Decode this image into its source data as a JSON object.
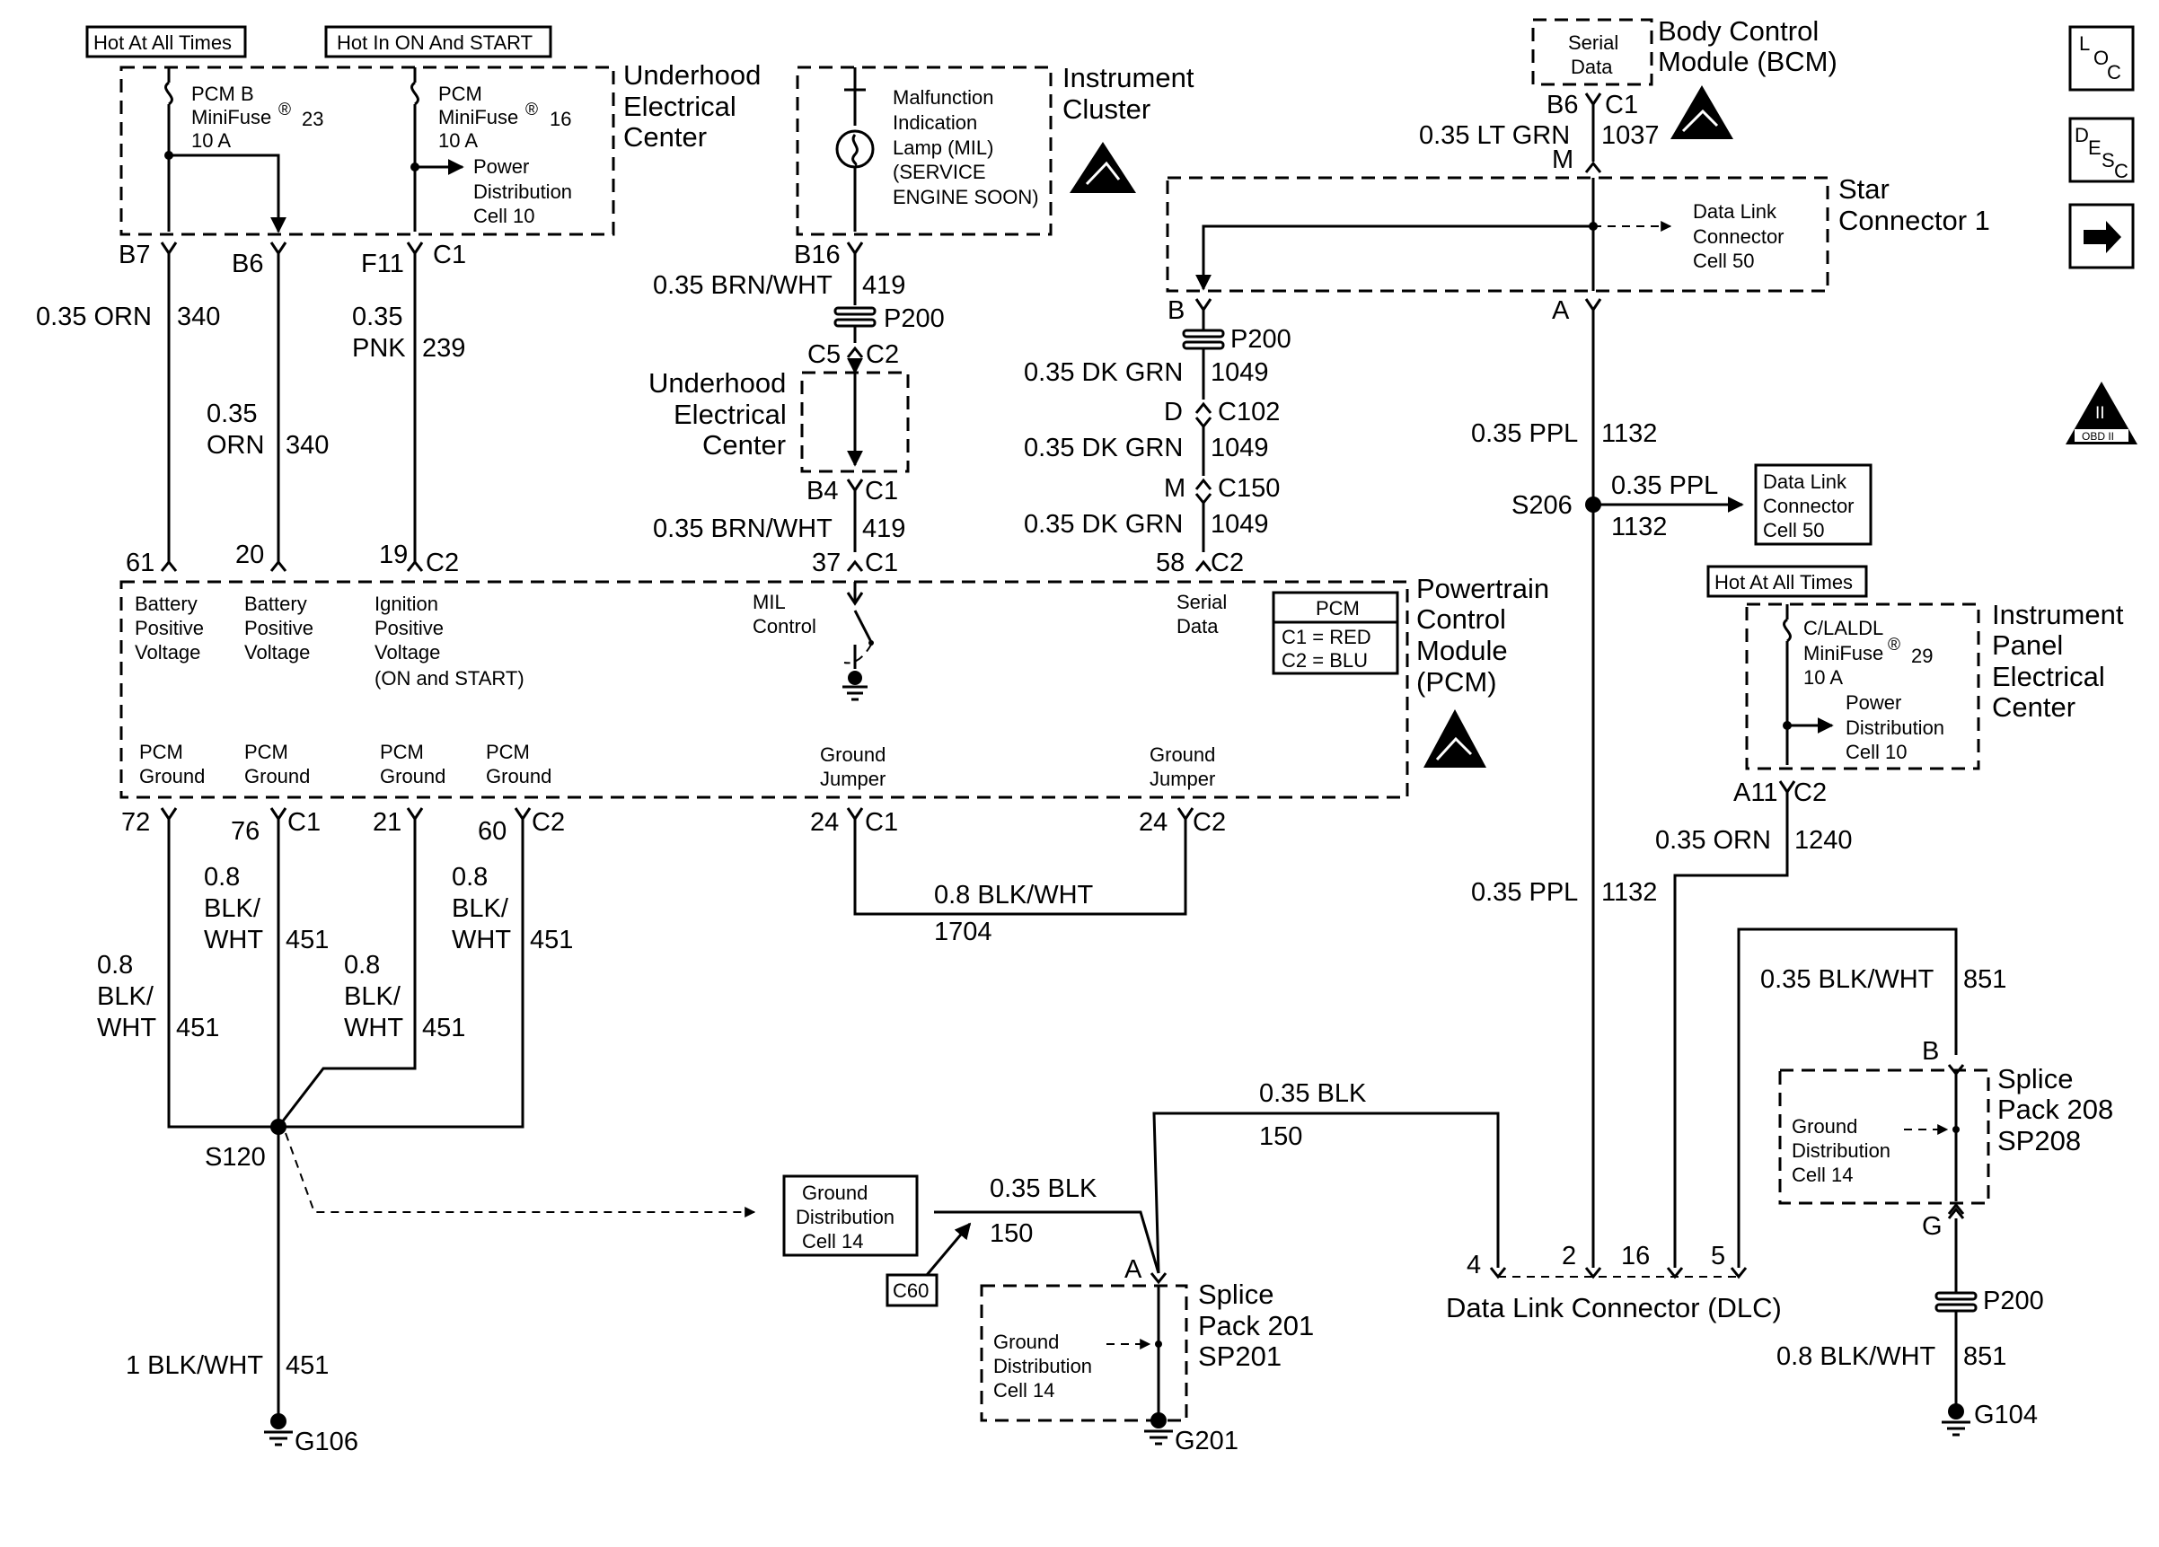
{
  "colors": {
    "ink": "#000000",
    "background": "#ffffff"
  },
  "icons": [
    "esd-warning-icon",
    "obd-ii-icon",
    "next-page-arrow-icon",
    "ground-icon",
    "fuse-icon",
    "lamp-icon"
  ],
  "nav": {
    "loc": [
      "L",
      "O",
      "C"
    ],
    "desc": [
      "D",
      "E",
      "S",
      "C"
    ]
  },
  "obd": {
    "label": "OBD II",
    "roman": "II"
  },
  "tags": {
    "hot_all": "Hot At All Times",
    "hot_on_start": "Hot In ON And START",
    "hot_all_ip": "Hot At All Times",
    "c60": "C60"
  },
  "uec_top": {
    "title": [
      "Underhood",
      "Electrical",
      "Center"
    ],
    "fuse23": [
      "PCM B",
      "MiniFuse",
      "23",
      "10 A"
    ],
    "fuse16": [
      "PCM",
      "MiniFuse",
      "16",
      "10 A"
    ],
    "pd": [
      "Power",
      "Distribution",
      "Cell 10"
    ],
    "reg": "®"
  },
  "ic": {
    "title": [
      "Instrument",
      "Cluster"
    ],
    "mil": [
      "Malfunction",
      "Indication",
      "Lamp (MIL)",
      "(SERVICE",
      "ENGINE SOON)"
    ]
  },
  "uec_mid": {
    "title": [
      "Underhood",
      "Electrical",
      "Center"
    ]
  },
  "bcm": {
    "serial": [
      "Serial",
      "Data"
    ],
    "title": [
      "Body Control",
      "Module (BCM)"
    ]
  },
  "star": {
    "title": [
      "Star",
      "Connector 1"
    ],
    "dlc_ref": [
      "Data Link",
      "Connector",
      "Cell 50"
    ]
  },
  "dlc_box": [
    "Data Link",
    "Connector",
    "Cell 50"
  ],
  "ipec": {
    "title": [
      "Instrument",
      "Panel",
      "Electrical",
      "Center"
    ],
    "fuse29": [
      "C/LALDL",
      "MiniFuse",
      "29",
      "10 A"
    ],
    "pd": [
      "Power",
      "Distribution",
      "Cell 10"
    ]
  },
  "pcm": {
    "title": [
      "Powertrain",
      "Control",
      "Module",
      "(PCM)"
    ],
    "bat1": [
      "Battery",
      "Positive",
      "Voltage"
    ],
    "bat2": [
      "Battery",
      "Positive",
      "Voltage"
    ],
    "ign": [
      "Ignition",
      "Positive",
      "Voltage",
      "(ON and START)"
    ],
    "mil": [
      "MIL",
      "Control"
    ],
    "serial": [
      "Serial",
      "Data"
    ],
    "legend": {
      "title": "PCM",
      "c1": "C1 = RED",
      "c2": "C2 = BLU"
    },
    "grounds": [
      [
        "PCM",
        "Ground"
      ],
      [
        "PCM",
        "Ground"
      ],
      [
        "PCM",
        "Ground"
      ],
      [
        "PCM",
        "Ground"
      ]
    ],
    "jumpers": [
      [
        "Ground",
        "Jumper"
      ],
      [
        "Ground",
        "Jumper"
      ]
    ]
  },
  "pins": {
    "b7": "B7",
    "b6": "B6",
    "f11": "F11",
    "c1": "C1",
    "b16": "B16",
    "p200": "P200",
    "c5": "C5",
    "c2": "C2",
    "b4": "B4",
    "c1b": "C1",
    "bcm_b6": "B6",
    "bcm_c1": "C1",
    "m_star": "M",
    "star_b": "B",
    "star_a": "A",
    "d": "D",
    "c102": "C102",
    "m": "M",
    "c150": "C150",
    "pcm61": "61",
    "pcm20": "20",
    "pcm19": "19",
    "pcm_c2": "C2",
    "pcm37": "37",
    "pcm_c1": "C1",
    "pcm58": "58",
    "pcm_c2b": "C2",
    "g72": "72",
    "g76": "76",
    "g_c1": "C1",
    "g21": "21",
    "g60": "60",
    "g_c2": "C2",
    "j24a": "24",
    "j_c1": "C1",
    "j24b": "24",
    "j_c2": "C2",
    "a11": "A11",
    "ip_c2": "C2",
    "sp201_a": "A",
    "sp208_b": "B",
    "sp208_g": "G",
    "dlc4": "4",
    "dlc2": "2",
    "dlc16": "16",
    "dlc5": "5"
  },
  "wires": {
    "w340a": [
      "0.35 ORN",
      "340"
    ],
    "w340b": [
      "0.35",
      "ORN",
      "340"
    ],
    "w239": [
      "0.35",
      "PNK",
      "239"
    ],
    "w419a": [
      "0.35 BRN/WHT",
      "419"
    ],
    "w419b": [
      "0.35 BRN/WHT",
      "419"
    ],
    "w1037": [
      "0.35 LT GRN",
      "1037"
    ],
    "w1049a": [
      "0.35 DK GRN",
      "1049"
    ],
    "w1049b": [
      "0.35 DK GRN",
      "1049"
    ],
    "w1049c": [
      "0.35 DK GRN",
      "1049"
    ],
    "w1132a": [
      "0.35 PPL",
      "1132"
    ],
    "w1132b": [
      "0.35 PPL",
      "1132"
    ],
    "w1132c": [
      "0.35 PPL",
      "1132"
    ],
    "w1240": [
      "0.35 ORN",
      "1240"
    ],
    "w851a": [
      "0.35 BLK/WHT",
      "851"
    ],
    "w851b": [
      "0.8 BLK/WHT",
      "851"
    ],
    "w1704": [
      "0.8 BLK/WHT",
      "1704"
    ],
    "w451a": [
      "0.8",
      "BLK/",
      "WHT",
      "451"
    ],
    "w451b": [
      "0.8",
      "BLK/",
      "WHT",
      "451"
    ],
    "w451c": [
      "0.8",
      "BLK/",
      "WHT",
      "451"
    ],
    "w451d": [
      "0.8",
      "BLK/",
      "WHT",
      "451"
    ],
    "w451e": [
      "1 BLK/WHT",
      "451"
    ],
    "w150a": [
      "0.35 BLK",
      "150"
    ],
    "w150b": [
      "0.35 BLK",
      "150"
    ]
  },
  "splices": {
    "s120": "S120",
    "s206": "S206"
  },
  "ground_dist": [
    "Ground",
    "Distribution",
    "Cell 14"
  ],
  "sp201": {
    "title": [
      "Splice",
      "Pack 201",
      "SP201"
    ],
    "gd": [
      "Ground",
      "Distribution",
      "Cell 14"
    ]
  },
  "sp208": {
    "title": [
      "Splice",
      "Pack 208",
      "SP208"
    ],
    "gd": [
      "Ground",
      "Distribution",
      "Cell 14"
    ]
  },
  "grounds": {
    "g106": "G106",
    "g201": "G201",
    "g104": "G104"
  },
  "dlc": {
    "title": "Data Link Connector (DLC)"
  }
}
